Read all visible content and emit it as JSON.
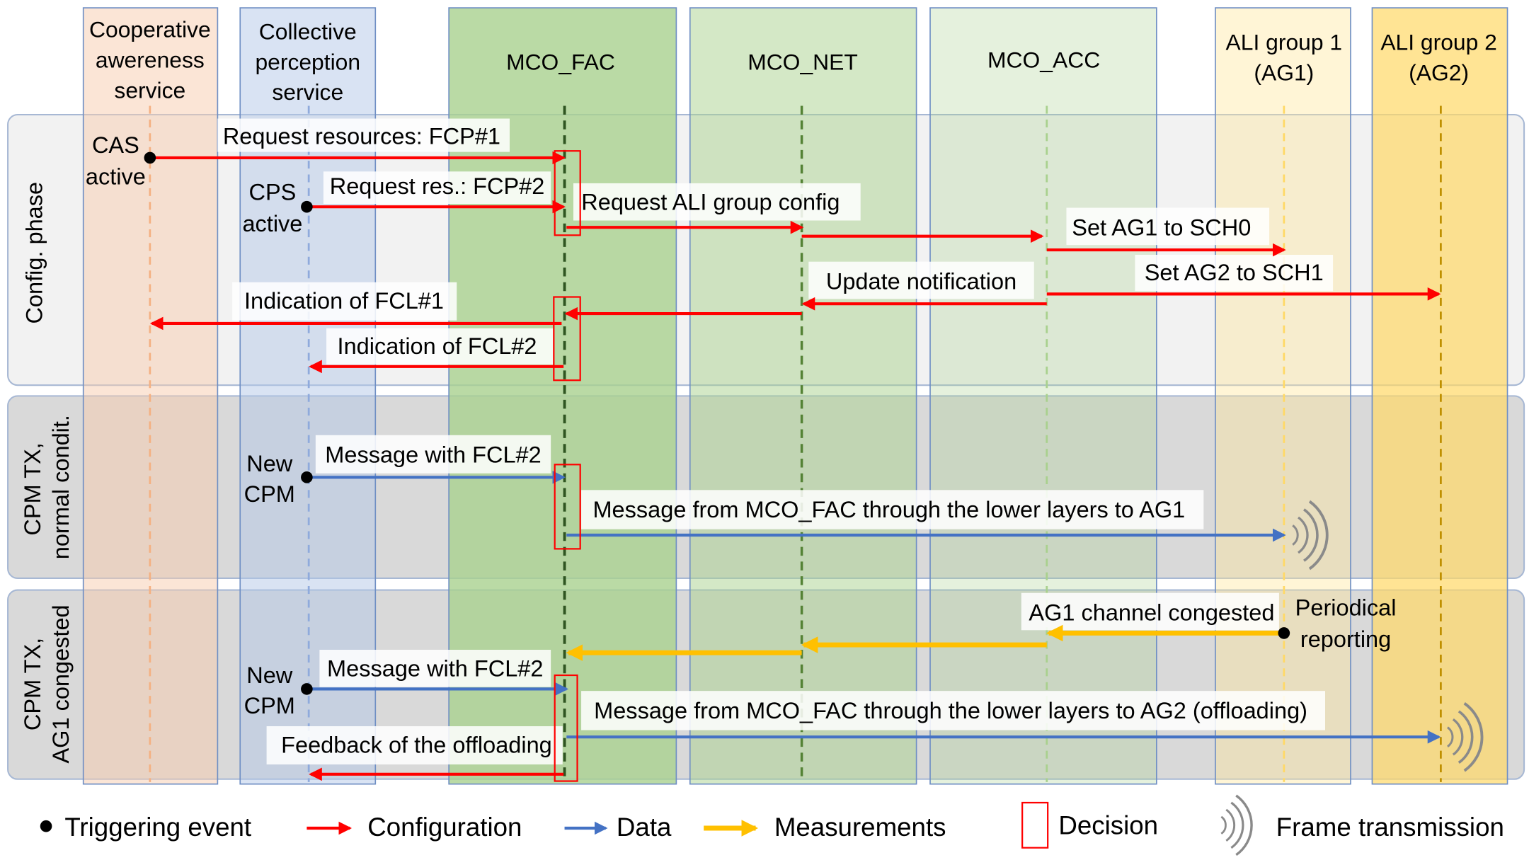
{
  "lanes": [
    {
      "title_lines": [
        "Cooperative",
        "awereness",
        "service"
      ]
    },
    {
      "title_lines": [
        "Collective",
        "perception",
        "service"
      ]
    },
    {
      "title_lines": [
        "MCO_FAC"
      ]
    },
    {
      "title_lines": [
        "MCO_NET"
      ]
    },
    {
      "title_lines": [
        "MCO_ACC"
      ]
    },
    {
      "title_lines": [
        "ALI group 1",
        "(AG1)"
      ]
    },
    {
      "title_lines": [
        "ALI group 2",
        "(AG2)"
      ]
    }
  ],
  "phases": [
    {
      "label_lines": [
        "Config. phase"
      ]
    },
    {
      "label_lines": [
        "CPM TX,",
        "normal condit."
      ]
    },
    {
      "label_lines": [
        "CPM TX,",
        "AG1 congested"
      ]
    }
  ],
  "triggers": [
    {
      "lines": [
        "CAS",
        "active"
      ]
    },
    {
      "lines": [
        "CPS",
        "active"
      ]
    },
    {
      "lines": [
        "New",
        "CPM"
      ]
    },
    {
      "lines": [
        "Periodical",
        "reporting"
      ]
    },
    {
      "lines": [
        "New",
        "CPM"
      ]
    }
  ],
  "messages": [
    {
      "label": "Request resources: FCP#1"
    },
    {
      "label": "Request res.: FCP#2"
    },
    {
      "label": "Request ALI group config"
    },
    {
      "label": "Set AG1 to SCH0"
    },
    {
      "label": "Update notification"
    },
    {
      "label": "Set AG2 to SCH1"
    },
    {
      "label": "Indication of FCL#1"
    },
    {
      "label": "Indication of FCL#2"
    },
    {
      "label": "Message with FCL#2"
    },
    {
      "label": "Message from MCO_FAC through the lower layers to AG1"
    },
    {
      "label": "AG1 channel congested"
    },
    {
      "label": "Message with FCL#2"
    },
    {
      "label": "Message from MCO_FAC through the lower layers to AG2 (offloading)"
    },
    {
      "label": "Feedback of the offloading"
    }
  ],
  "legend": {
    "items": [
      {
        "label": "Triggering event"
      },
      {
        "label": "Configuration"
      },
      {
        "label": "Data"
      },
      {
        "label": "Measurements"
      },
      {
        "label": "Decision"
      },
      {
        "label": "Frame transmission"
      }
    ]
  },
  "colors": {
    "configuration": "#ff0000",
    "data": "#4472c4",
    "measurements": "#ffc000",
    "decision": "#ff0000",
    "trigger_text": "#ff0000",
    "trigger_dot": "#000000"
  }
}
